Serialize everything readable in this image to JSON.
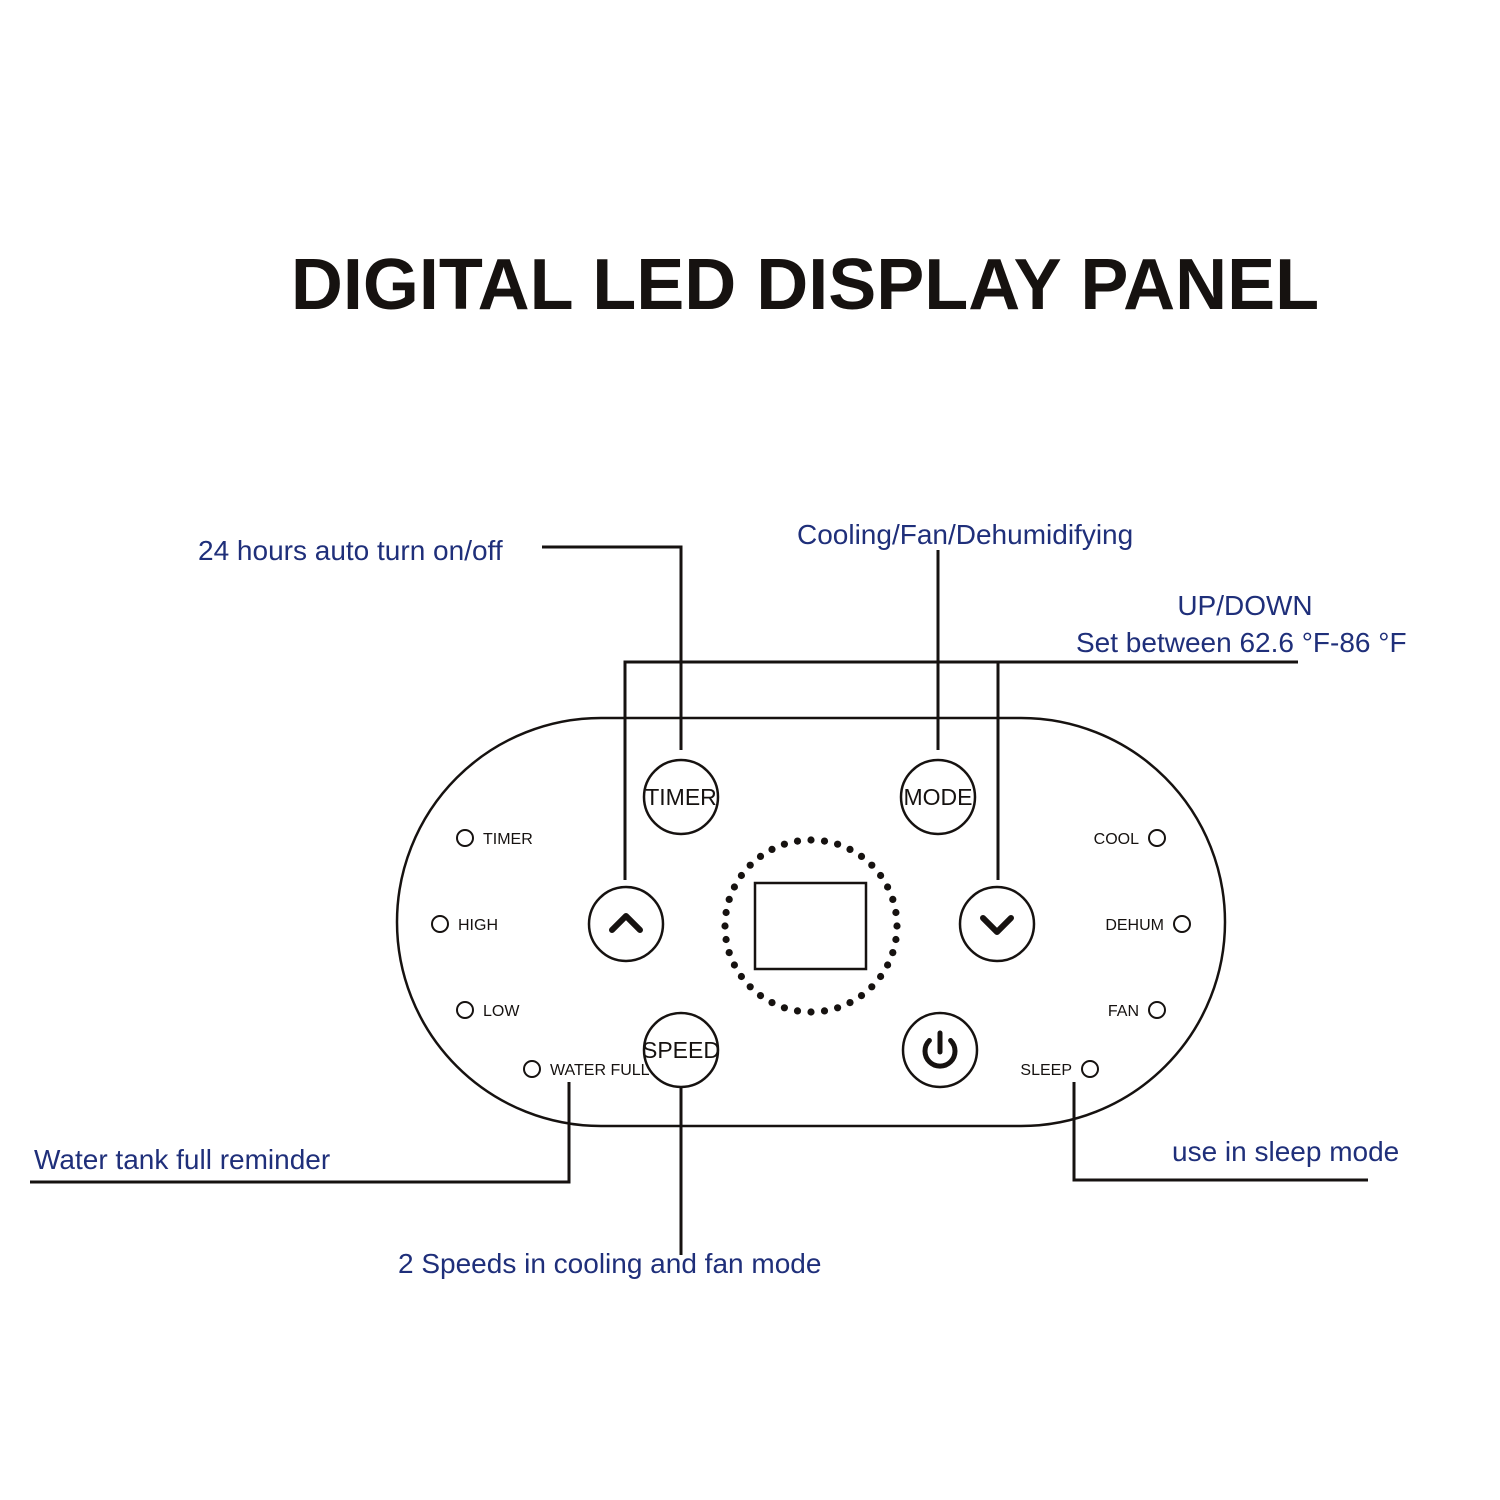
{
  "title": "DIGITAL LED DISPLAY PANEL",
  "callouts": {
    "timer": "24 hours auto turn on/off",
    "mode": "Cooling/Fan/Dehumidifying",
    "updown_line1": "UP/DOWN",
    "updown_line2": "Set between 62.6 °F-86 °F",
    "water": "Water tank full reminder",
    "sleep": "use in sleep mode",
    "speed": "2 Speeds in cooling and fan mode"
  },
  "buttons": {
    "timer": "TIMER",
    "mode": "MODE",
    "speed": "SPEED",
    "up_icon": "chevron-up-icon",
    "down_icon": "chevron-down-icon",
    "power_icon": "power-icon"
  },
  "indicators": {
    "timer": "TIMER",
    "high": "HIGH",
    "low": "LOW",
    "water_full": "WATER FULL",
    "cool": "COOL",
    "dehum": "DEHUM",
    "fan": "FAN",
    "sleep": "SLEEP"
  }
}
